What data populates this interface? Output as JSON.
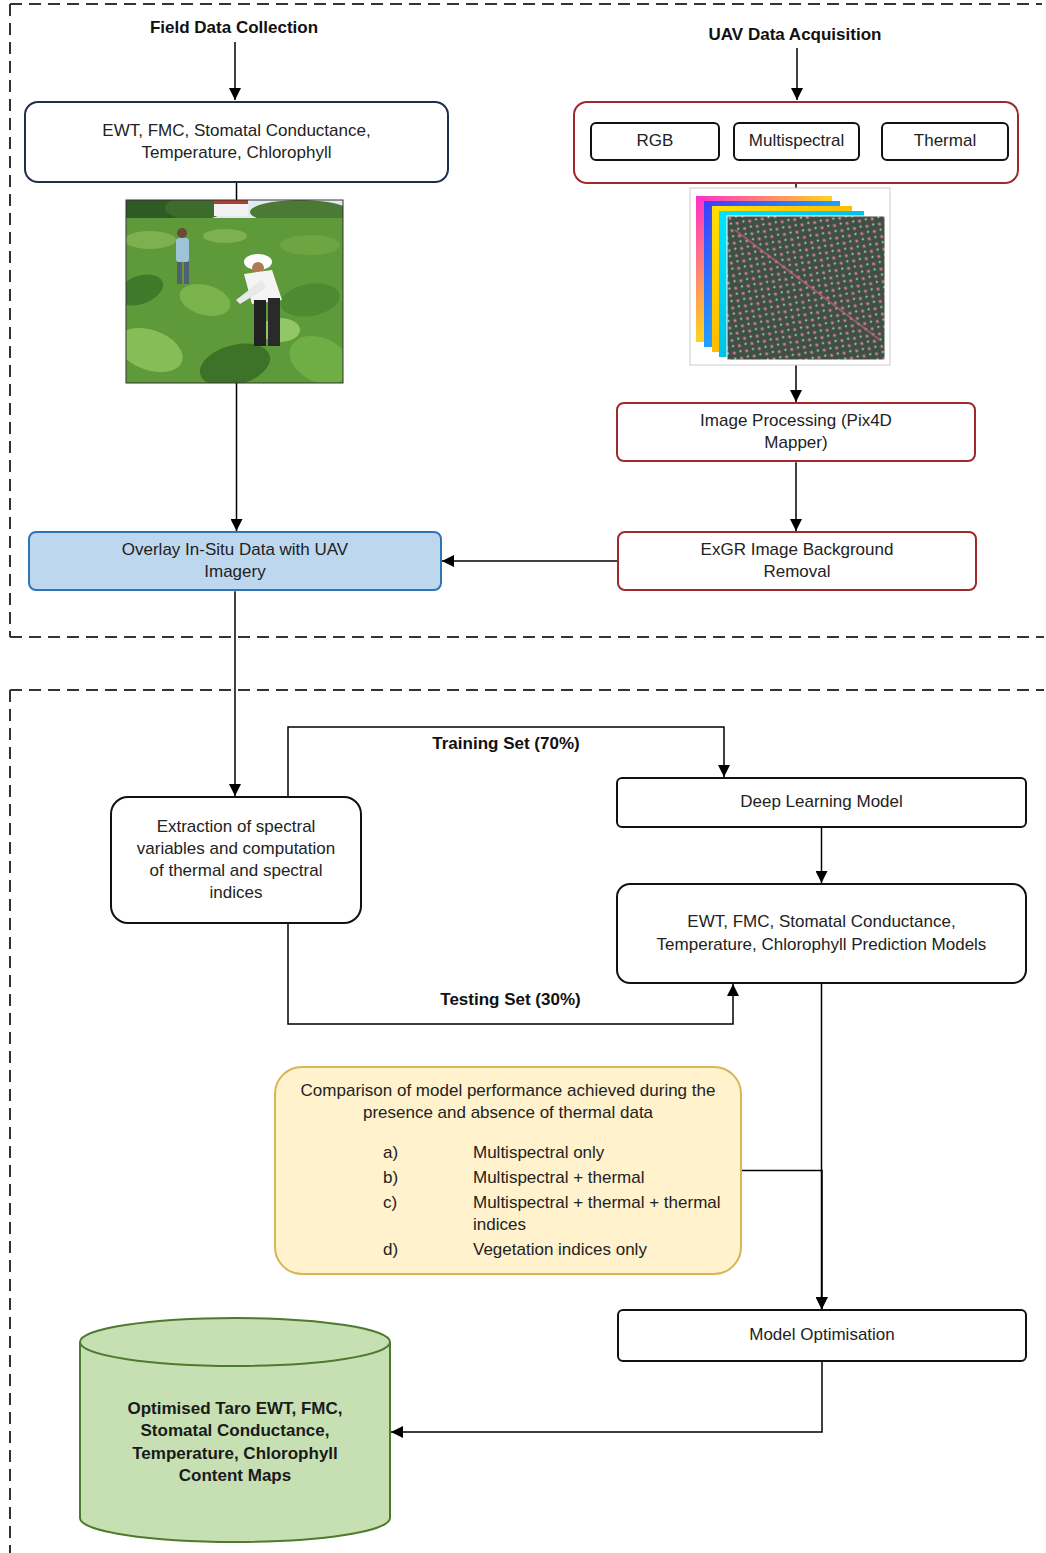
{
  "diagram": {
    "nodes": [
      {
        "text": [
          "EWT, FMC, Stomatal Conductance, Temperature, Chlorophyll"
        ]
      },
      {
        "text": []
      },
      {
        "text": [
          "RGB"
        ],
        "in": 1
      },
      {
        "text": [
          "Multispectral"
        ],
        "in": 1
      },
      {
        "text": [
          "Thermal"
        ],
        "in": 1
      },
      {
        "text": [
          "Image Processing (Pix4D Mapper)"
        ]
      },
      {
        "text": [
          "Overlay In-Situ Data with UAV Imagery"
        ]
      },
      {
        "text": [
          "ExGR Image Background Removal"
        ]
      },
      {
        "text": [
          "Extraction of spectral variables and computation of thermal and spectral indices"
        ]
      },
      {
        "text": [
          "Deep Learning Model"
        ]
      },
      {
        "text": [
          "EWT, FMC, Stomatal Conductance, Temperature, Chlorophyll Prediction Models"
        ]
      },
      {
        "text": [
          "Comparison of model performance achieved during the presence and absence of thermal data",
          "a)",
          "Multispectral only",
          "b)",
          "Multispectral + thermal",
          "c)",
          "Multispectral + thermal + thermal indices",
          "d)",
          "Vegetation indices only"
        ]
      },
      {
        "text": [
          "Model Optimisation"
        ]
      },
      {
        "text": [
          "Optimised Taro EWT, FMC, Stomatal Conductance, Temperature, Chlorophyll Content Maps"
        ]
      }
    ],
    "edges": [
      {
        "from": 0,
        "to": 6,
        "arrow": "to"
      },
      {
        "from": 1,
        "to": 5,
        "arrow": "to"
      },
      {
        "from": 5,
        "to": 7,
        "arrow": "to"
      },
      {
        "from": 7,
        "to": 6,
        "arrow": "to"
      },
      {
        "from": 6,
        "to": 8,
        "arrow": "to"
      },
      {
        "from": 8,
        "to": 9,
        "label": "Training Set (70%)",
        "arrow": "to"
      },
      {
        "from": 8,
        "to": 10,
        "label": "Testing Set (30%)",
        "arrow": "to"
      },
      {
        "from": 9,
        "to": 10,
        "arrow": "to"
      },
      {
        "from": 10,
        "to": 12,
        "arrow": "to"
      },
      {
        "from": 11,
        "to": 12,
        "arrow": "to"
      },
      {
        "from": 12,
        "to": 13,
        "arrow": "to"
      }
    ],
    "labels": [
      "Field Data Collection",
      "UAV Data Acquisition"
    ]
  }
}
